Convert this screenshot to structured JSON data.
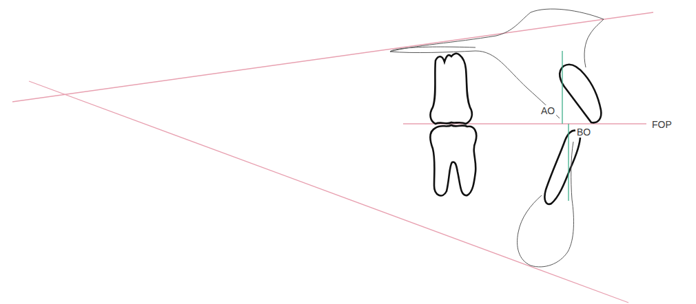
{
  "diagram": {
    "labels": [
      "AO",
      "BO",
      "FOP"
    ]
  }
}
